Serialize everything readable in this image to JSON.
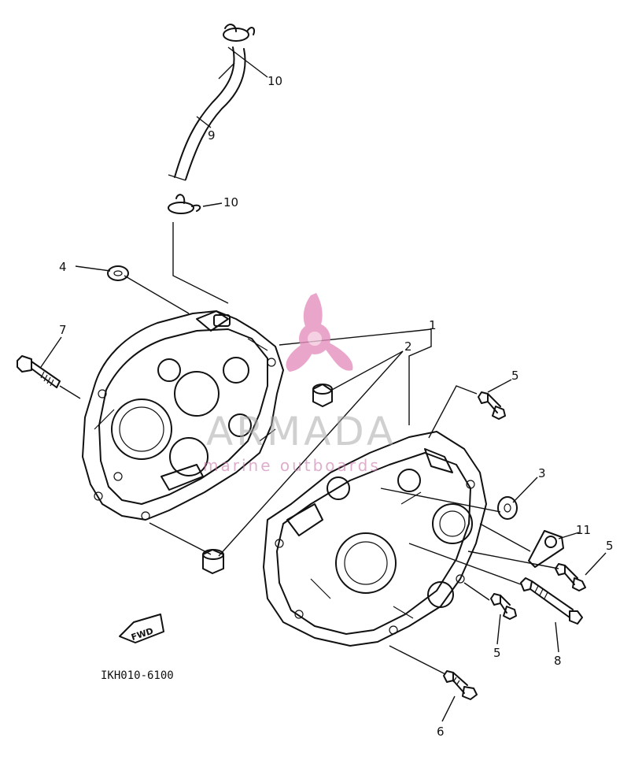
{
  "diagram": {
    "part_code": "IKH010-6100",
    "fwd_label": "FWD",
    "callouts": [
      "1",
      "2",
      "3",
      "4",
      "5",
      "5",
      "5",
      "6",
      "7",
      "8",
      "9",
      "10",
      "10",
      "11"
    ]
  },
  "watermark": {
    "title": "ARMADA",
    "subtitle": "marine outboards",
    "accent_color": "#e58fbd"
  }
}
